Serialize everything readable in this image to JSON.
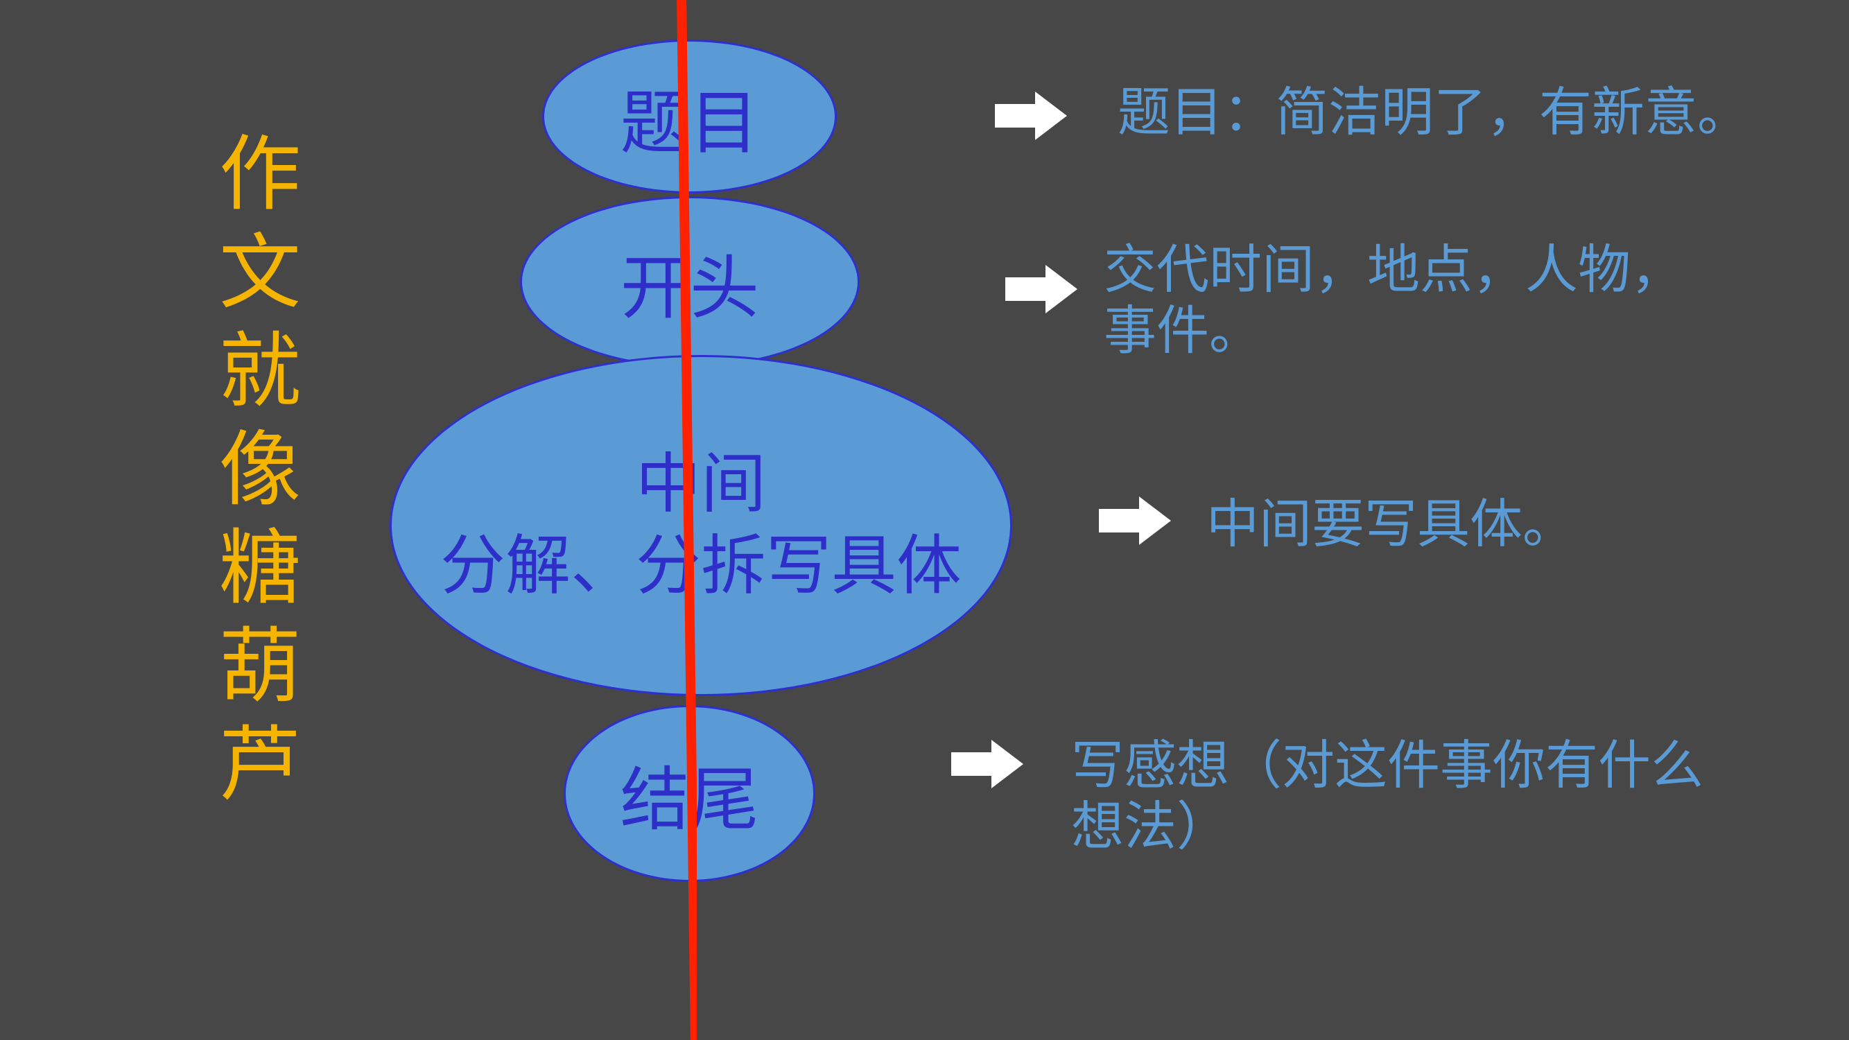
{
  "vertical_title": "作文就像糖葫芦",
  "bubbles": [
    {
      "line1": "题目",
      "line2": ""
    },
    {
      "line1": "开头",
      "line2": ""
    },
    {
      "line1": "中间",
      "line2": "分解、分拆写具体"
    },
    {
      "line1": "结尾",
      "line2": ""
    }
  ],
  "descriptions": [
    {
      "line1": "题目：简洁明了，有新意。",
      "line2": ""
    },
    {
      "line1": "交代时间，地点，人物，",
      "line2": "事件。"
    },
    {
      "line1": "中间要写具体。",
      "line2": ""
    },
    {
      "line1": "写感想（对这件事你有什么",
      "line2": "想法）"
    }
  ],
  "colors": {
    "background": "#474747",
    "bubble_fill": "#5b9bd5",
    "bubble_text": "#2e2ec8",
    "stick": "#ff2200",
    "title": "#f4b400",
    "description": "#5b9bd5",
    "arrow": "#ffffff"
  },
  "icons": {
    "arrow": "right-arrow-icon",
    "stick": "skewer-stick"
  }
}
